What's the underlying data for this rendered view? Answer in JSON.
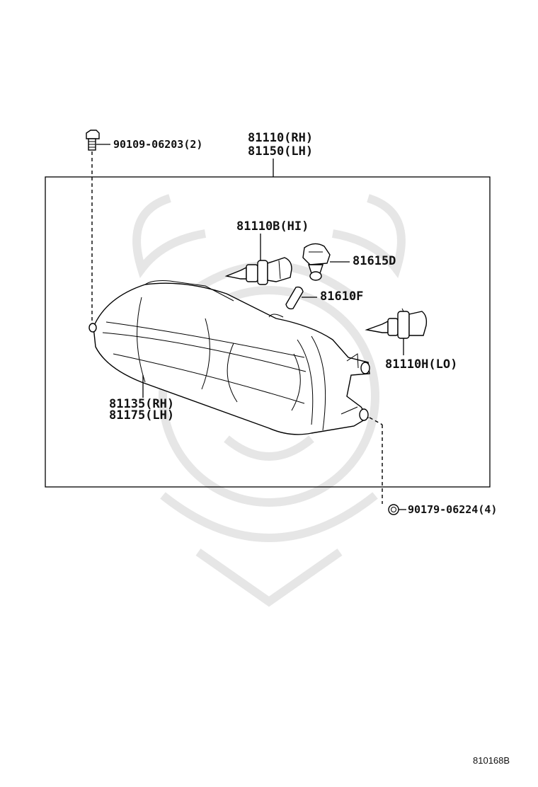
{
  "callouts": {
    "bolt": "90109-06203(2)",
    "assembly_rh": "81110(RH)",
    "assembly_lh": "81150(LH)",
    "bulb_hi": "81110B(HI)",
    "socket": "81615D",
    "wedge_bulb": "81610F",
    "bulb_lo": "81110H(LO)",
    "lens_rh": "81135(RH)",
    "lens_lh": "81175(LH)",
    "nut": "90179-06224(4)"
  },
  "figure_number": "810168B"
}
